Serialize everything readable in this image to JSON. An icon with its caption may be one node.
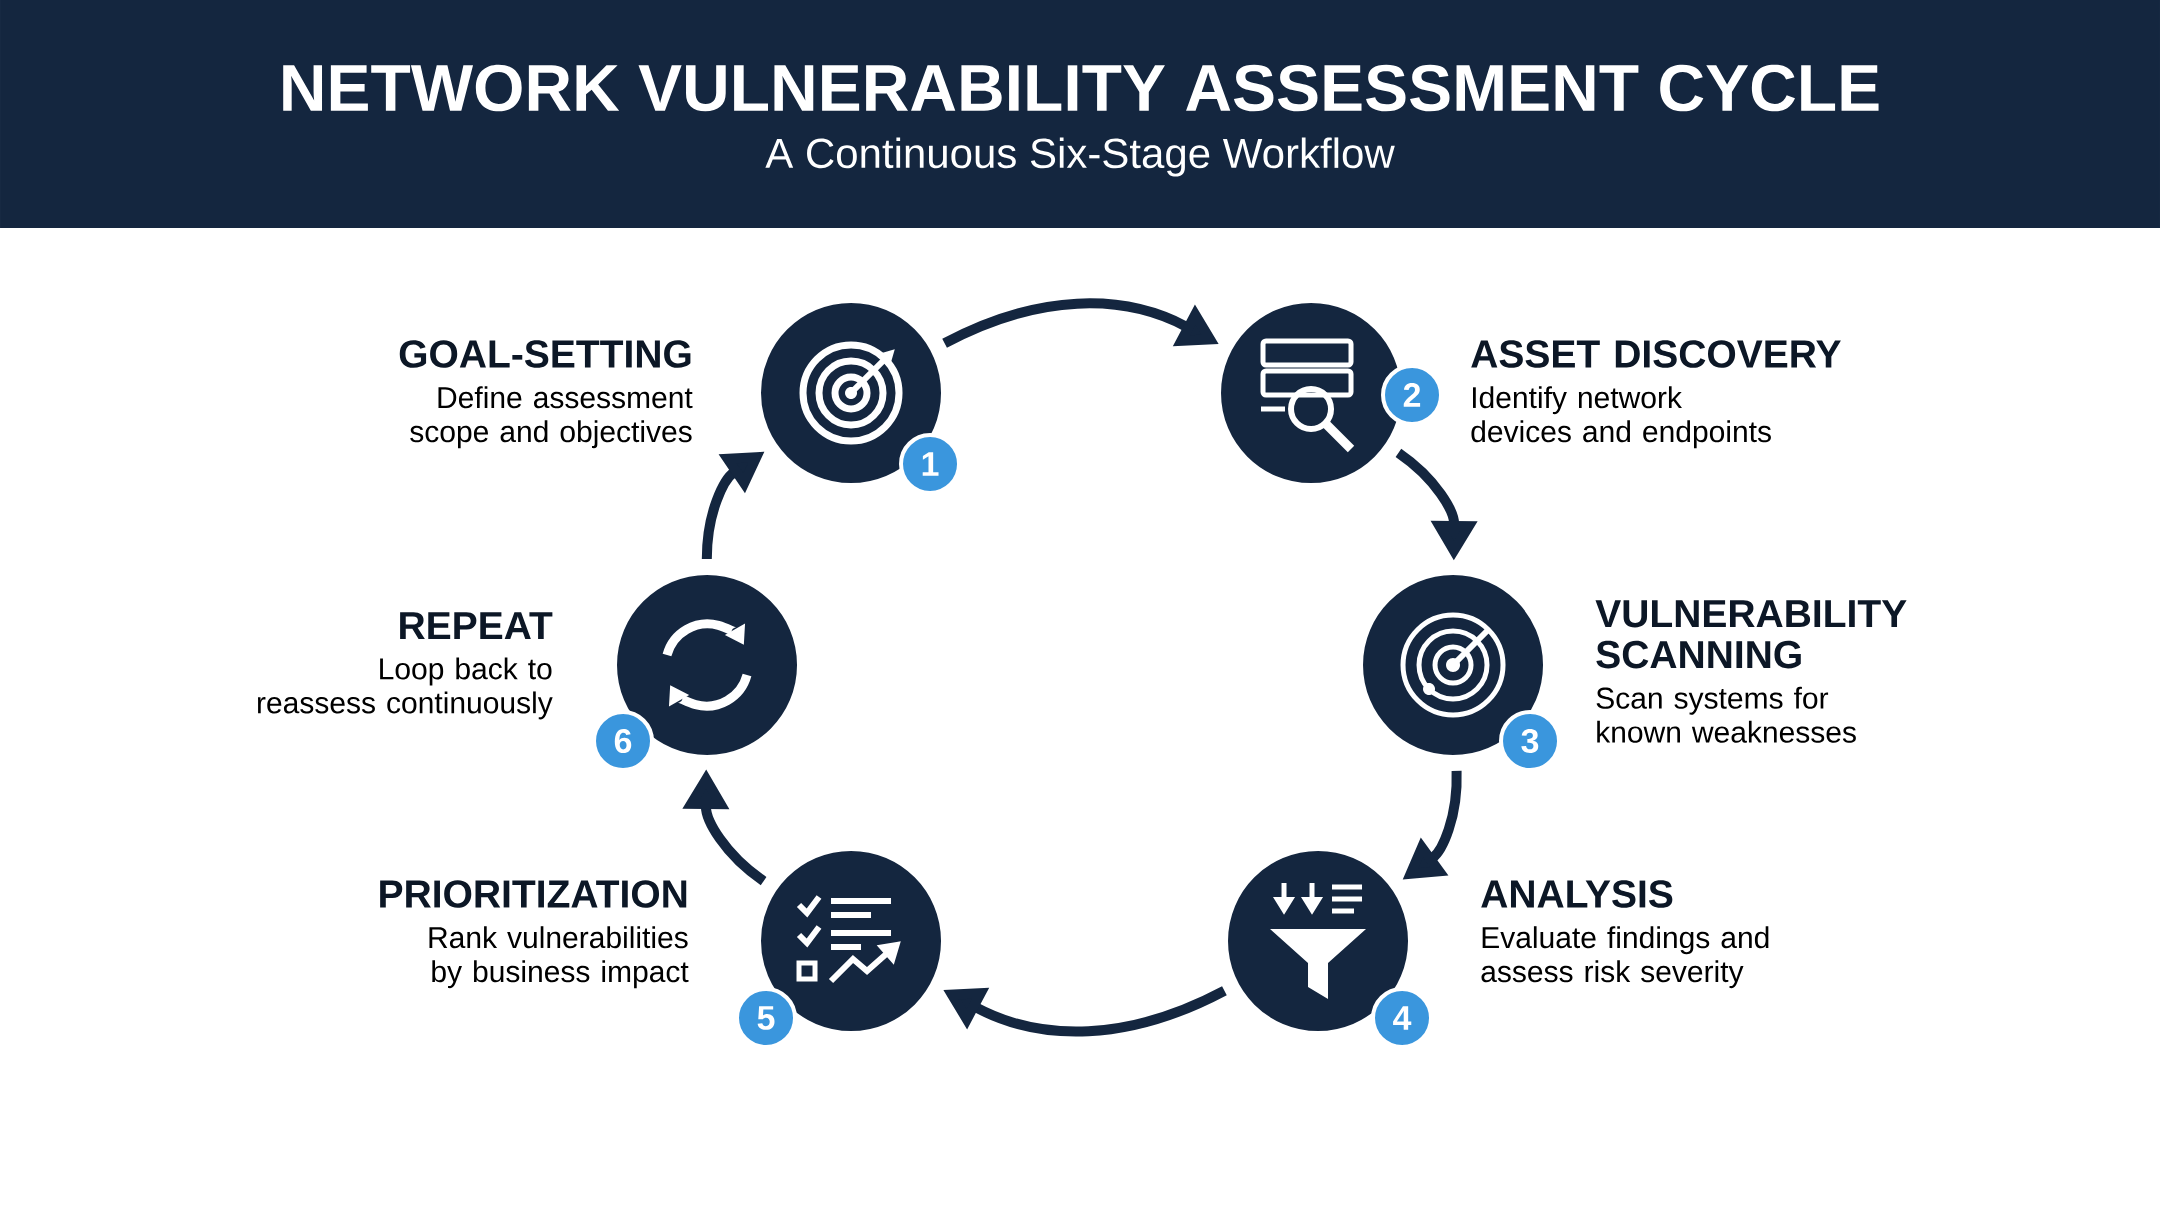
{
  "diagram": {
    "title": "NETWORK VULNERABILITY ASSESSMENT CYCLE",
    "nodes": [
      {
        "text": [
          "1"
        ],
        "beside": [
          "GOAL-SETTING",
          "Define assessment scope and objectives"
        ]
      },
      {
        "text": [
          "2"
        ],
        "beside": [
          "ASSET DISCOVERY",
          "Identify network devices and endpoints"
        ]
      },
      {
        "text": [
          "3"
        ],
        "beside": [
          "VULNERABILITY SCANNING",
          "Scan systems for known weaknesses"
        ]
      },
      {
        "text": [
          "4"
        ],
        "beside": [
          "ANALYSIS",
          "Evaluate findings and assess risk severity"
        ]
      },
      {
        "text": [
          "5"
        ],
        "beside": [
          "PRIORITIZATION",
          "Rank vulnerabilities by business impact"
        ]
      },
      {
        "text": [
          "6"
        ],
        "beside": [
          "REPEAT",
          "Loop back to reassess continuously"
        ]
      }
    ],
    "edges": [
      {
        "from": 0,
        "to": 1,
        "arrow": "to"
      },
      {
        "from": 1,
        "to": 2,
        "arrow": "to"
      },
      {
        "from": 2,
        "to": 3,
        "arrow": "to"
      },
      {
        "from": 3,
        "to": 4,
        "arrow": "to"
      },
      {
        "from": 4,
        "to": 5,
        "arrow": "to"
      },
      {
        "from": 5,
        "to": 0,
        "arrow": "to"
      }
    ],
    "labels": [
      "A Continuous Six-Stage Workflow"
    ]
  }
}
